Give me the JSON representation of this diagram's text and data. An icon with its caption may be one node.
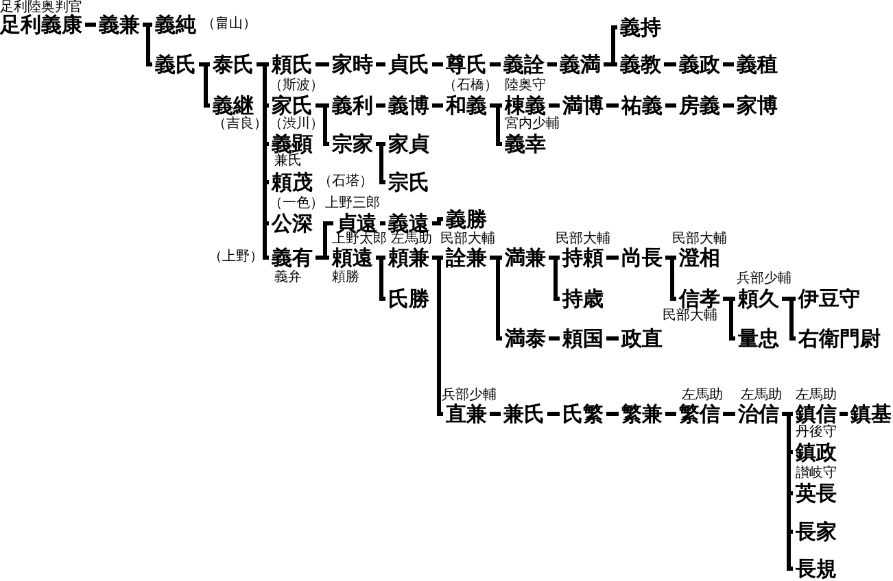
{
  "diagram": {
    "nodes": [
      {
        "text": [
          "足利義康"
        ],
        "beside": [
          "足利陸奥判官"
        ]
      },
      {
        "text": [
          "義兼"
        ]
      },
      {
        "text": [
          "義純"
        ],
        "beside": [
          "（畠山）"
        ]
      },
      {
        "text": [
          "義氏"
        ]
      },
      {
        "text": [
          "泰氏"
        ]
      },
      {
        "text": [
          "義継"
        ],
        "beside": [
          "（吉良）"
        ]
      },
      {
        "text": [
          "頼氏"
        ]
      },
      {
        "text": [
          "家時"
        ]
      },
      {
        "text": [
          "貞氏"
        ]
      },
      {
        "text": [
          "尊氏"
        ]
      },
      {
        "text": [
          "義詮"
        ]
      },
      {
        "text": [
          "義満"
        ]
      },
      {
        "text": [
          "義持"
        ]
      },
      {
        "text": [
          "義教"
        ]
      },
      {
        "text": [
          "義政"
        ]
      },
      {
        "text": [
          "義稙"
        ]
      },
      {
        "text": [
          "家氏"
        ],
        "beside": [
          "（斯波）"
        ]
      },
      {
        "text": [
          "義利"
        ]
      },
      {
        "text": [
          "義博"
        ]
      },
      {
        "text": [
          "和義"
        ],
        "beside": [
          "（石橋）"
        ]
      },
      {
        "text": [
          "棟義"
        ],
        "beside": [
          "陸奥守"
        ]
      },
      {
        "text": [
          "満博"
        ]
      },
      {
        "text": [
          "祐義"
        ]
      },
      {
        "text": [
          "房義"
        ]
      },
      {
        "text": [
          "家博"
        ]
      },
      {
        "text": [
          "義幸"
        ],
        "beside": [
          "宮内少輔"
        ]
      },
      {
        "text": [
          "義顕"
        ],
        "beside": [
          "（渋川）",
          "兼氏"
        ]
      },
      {
        "text": [
          "宗家"
        ]
      },
      {
        "text": [
          "家貞"
        ]
      },
      {
        "text": [
          "宗氏"
        ]
      },
      {
        "text": [
          "頼茂"
        ],
        "beside": [
          "（石塔）"
        ]
      },
      {
        "text": [
          "公深"
        ],
        "beside": [
          "（一色）"
        ]
      },
      {
        "text": [
          "貞遠"
        ],
        "beside": [
          "上野三郎"
        ]
      },
      {
        "text": [
          "義遠"
        ]
      },
      {
        "text": [
          "義勝"
        ]
      },
      {
        "text": [
          "義有"
        ],
        "beside": [
          "（上野）",
          "義弁"
        ]
      },
      {
        "text": [
          "頼遠"
        ],
        "beside": [
          "上野太郎",
          "頼勝"
        ]
      },
      {
        "text": [
          "頼兼"
        ],
        "beside": [
          "左馬助"
        ]
      },
      {
        "text": [
          "氏勝"
        ]
      },
      {
        "text": [
          "詮兼"
        ],
        "beside": [
          "民部大輔"
        ]
      },
      {
        "text": [
          "満兼"
        ]
      },
      {
        "text": [
          "持頼"
        ],
        "beside": [
          "民部大輔"
        ]
      },
      {
        "text": [
          "尚長"
        ]
      },
      {
        "text": [
          "澄相"
        ],
        "beside": [
          "民部大輔"
        ]
      },
      {
        "text": [
          "持歳"
        ]
      },
      {
        "text": [
          "信孝"
        ],
        "beside": [
          "民部大輔"
        ]
      },
      {
        "text": [
          "頼久"
        ],
        "beside": [
          "兵部少輔"
        ]
      },
      {
        "text": [
          "伊豆守"
        ]
      },
      {
        "text": [
          "量忠"
        ]
      },
      {
        "text": [
          "右衛門尉"
        ]
      },
      {
        "text": [
          "満泰"
        ]
      },
      {
        "text": [
          "頼国"
        ]
      },
      {
        "text": [
          "政直"
        ]
      },
      {
        "text": [
          "直兼"
        ],
        "beside": [
          "兵部少輔"
        ]
      },
      {
        "text": [
          "兼氏"
        ]
      },
      {
        "text": [
          "氏繁"
        ]
      },
      {
        "text": [
          "繁兼"
        ]
      },
      {
        "text": [
          "繁信"
        ],
        "beside": [
          "左馬助"
        ]
      },
      {
        "text": [
          "治信"
        ],
        "beside": [
          "左馬助"
        ]
      },
      {
        "text": [
          "鎮信"
        ],
        "beside": [
          "左馬助"
        ]
      },
      {
        "text": [
          "鎮基"
        ]
      },
      {
        "text": [
          "鎮政"
        ],
        "beside": [
          "丹後守"
        ]
      },
      {
        "text": [
          "英長"
        ],
        "beside": [
          "讃岐守"
        ]
      },
      {
        "text": [
          "長家"
        ]
      },
      {
        "text": [
          "長規"
        ]
      }
    ],
    "edges": [
      {
        "from": 0,
        "to": 1,
        "arrow": "none"
      },
      {
        "from": 1,
        "to": 2,
        "arrow": "none"
      },
      {
        "from": 1,
        "to": 3,
        "arrow": "none"
      },
      {
        "from": 3,
        "to": 4,
        "arrow": "none"
      },
      {
        "from": 3,
        "to": 5,
        "arrow": "none"
      },
      {
        "from": 4,
        "to": 6,
        "arrow": "none"
      },
      {
        "from": 4,
        "to": 16,
        "arrow": "none"
      },
      {
        "from": 4,
        "to": 26,
        "arrow": "none"
      },
      {
        "from": 4,
        "to": 30,
        "arrow": "none"
      },
      {
        "from": 4,
        "to": 31,
        "arrow": "none"
      },
      {
        "from": 4,
        "to": 35,
        "arrow": "none"
      },
      {
        "from": 6,
        "to": 7,
        "arrow": "none"
      },
      {
        "from": 7,
        "to": 8,
        "arrow": "none"
      },
      {
        "from": 8,
        "to": 9,
        "arrow": "none"
      },
      {
        "from": 9,
        "to": 10,
        "arrow": "none"
      },
      {
        "from": 10,
        "to": 11,
        "arrow": "none"
      },
      {
        "from": 11,
        "to": 12,
        "arrow": "none"
      },
      {
        "from": 11,
        "to": 13,
        "arrow": "none"
      },
      {
        "from": 13,
        "to": 14,
        "arrow": "none"
      },
      {
        "from": 14,
        "to": 15,
        "arrow": "none"
      },
      {
        "from": 16,
        "to": 17,
        "arrow": "none"
      },
      {
        "from": 16,
        "to": 27,
        "arrow": "none"
      },
      {
        "from": 17,
        "to": 18,
        "arrow": "none"
      },
      {
        "from": 18,
        "to": 19,
        "arrow": "none"
      },
      {
        "from": 19,
        "to": 20,
        "arrow": "none"
      },
      {
        "from": 19,
        "to": 25,
        "arrow": "none"
      },
      {
        "from": 20,
        "to": 21,
        "arrow": "none"
      },
      {
        "from": 21,
        "to": 22,
        "arrow": "none"
      },
      {
        "from": 22,
        "to": 23,
        "arrow": "none"
      },
      {
        "from": 23,
        "to": 24,
        "arrow": "none"
      },
      {
        "from": 27,
        "to": 28,
        "arrow": "none"
      },
      {
        "from": 27,
        "to": 29,
        "arrow": "none"
      },
      {
        "from": 35,
        "to": 32,
        "arrow": "none"
      },
      {
        "from": 35,
        "to": 36,
        "arrow": "none"
      },
      {
        "from": 32,
        "to": 33,
        "arrow": "none"
      },
      {
        "from": 33,
        "to": 34,
        "arrow": "none"
      },
      {
        "from": 36,
        "to": 37,
        "arrow": "none"
      },
      {
        "from": 36,
        "to": 38,
        "arrow": "none"
      },
      {
        "from": 37,
        "to": 39,
        "arrow": "none"
      },
      {
        "from": 37,
        "to": 53,
        "arrow": "none"
      },
      {
        "from": 39,
        "to": 40,
        "arrow": "none"
      },
      {
        "from": 39,
        "to": 50,
        "arrow": "none"
      },
      {
        "from": 40,
        "to": 41,
        "arrow": "none"
      },
      {
        "from": 40,
        "to": 44,
        "arrow": "none"
      },
      {
        "from": 41,
        "to": 42,
        "arrow": "none"
      },
      {
        "from": 42,
        "to": 43,
        "arrow": "none"
      },
      {
        "from": 42,
        "to": 45,
        "arrow": "none"
      },
      {
        "from": 45,
        "to": 46,
        "arrow": "none"
      },
      {
        "from": 45,
        "to": 48,
        "arrow": "none"
      },
      {
        "from": 46,
        "to": 47,
        "arrow": "none"
      },
      {
        "from": 46,
        "to": 49,
        "arrow": "none"
      },
      {
        "from": 50,
        "to": 51,
        "arrow": "none"
      },
      {
        "from": 51,
        "to": 52,
        "arrow": "none"
      },
      {
        "from": 53,
        "to": 54,
        "arrow": "none"
      },
      {
        "from": 54,
        "to": 55,
        "arrow": "none"
      },
      {
        "from": 55,
        "to": 56,
        "arrow": "none"
      },
      {
        "from": 56,
        "to": 57,
        "arrow": "none"
      },
      {
        "from": 57,
        "to": 58,
        "arrow": "none"
      },
      {
        "from": 58,
        "to": 59,
        "arrow": "none"
      },
      {
        "from": 59,
        "to": 60,
        "arrow": "none"
      },
      {
        "from": 58,
        "to": 61,
        "arrow": "none"
      },
      {
        "from": 58,
        "to": 62,
        "arrow": "none"
      },
      {
        "from": 58,
        "to": 63,
        "arrow": "none"
      },
      {
        "from": 58,
        "to": 64,
        "arrow": "none"
      }
    ]
  }
}
